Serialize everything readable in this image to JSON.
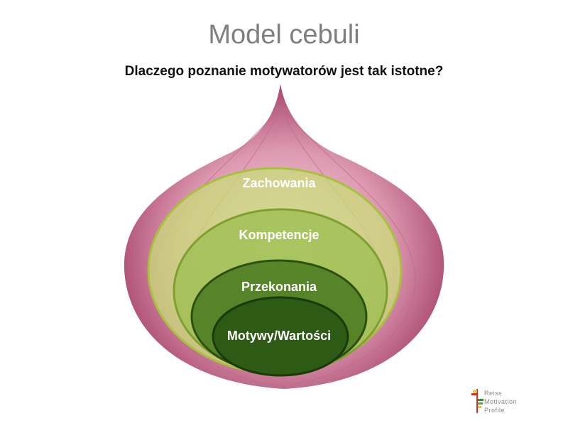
{
  "slide": {
    "title": "Model cebuli",
    "subtitle": "Dlaczego poznanie motywatorów jest tak istotne?"
  },
  "layers": [
    {
      "label": "Zachowania",
      "color": "#c9dc7a"
    },
    {
      "label": "Kompetencje",
      "color": "#9fbf52"
    },
    {
      "label": "Przekonania",
      "color": "#4e7d22"
    },
    {
      "label": "Motywy/Wartości",
      "color": "#2d5a14"
    }
  ],
  "logo": {
    "line1": "Reiss",
    "line2": "Motivation",
    "line3": "Profile"
  }
}
